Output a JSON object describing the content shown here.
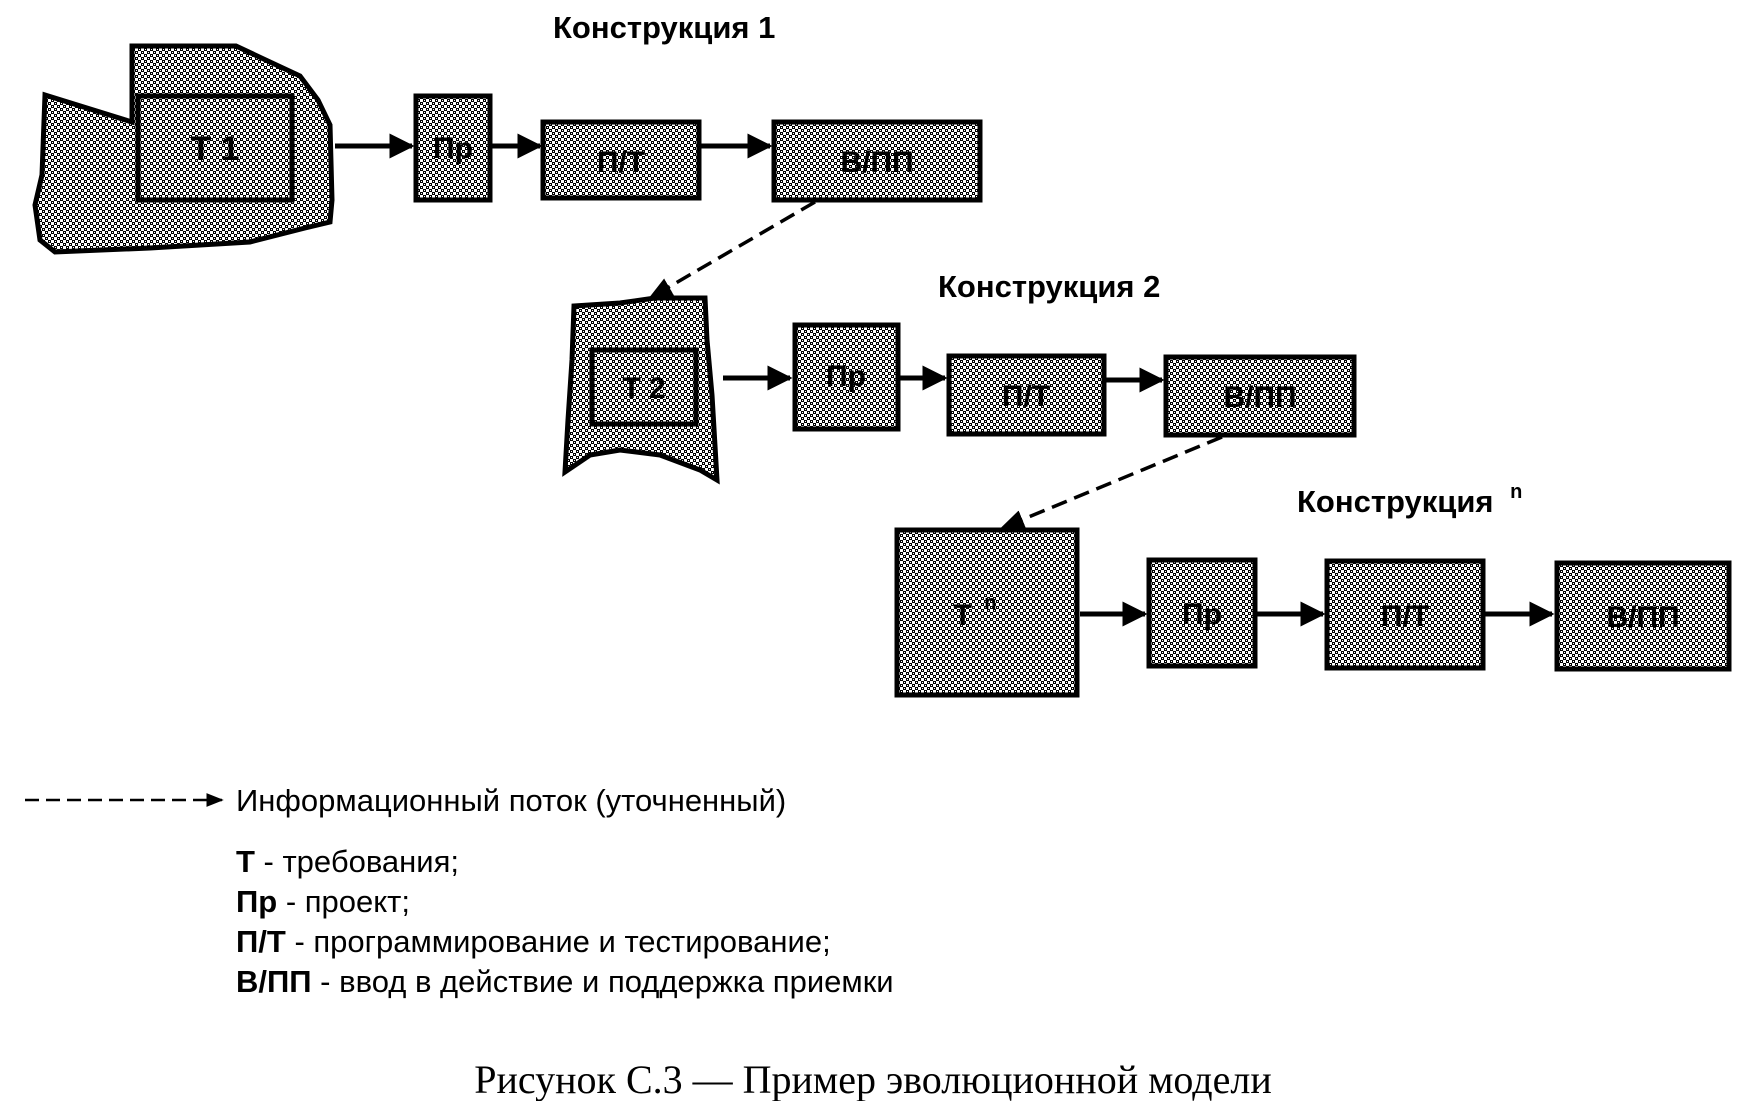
{
  "figure": {
    "caption": "Рисунок С.3 — Пример эволюционной модели"
  },
  "constructions": [
    {
      "title": "Конструкция 1",
      "requirements_label": "Т 1",
      "stages": [
        "Пр",
        "П/Т",
        "В/ПП"
      ]
    },
    {
      "title": "Конструкция 2",
      "requirements_label": "Т 2",
      "stages": [
        "Пр",
        "П/Т",
        "В/ПП"
      ]
    },
    {
      "title": "Конструкция",
      "title_superscript": "n",
      "requirements_label": "Т",
      "requirements_superscript": "n",
      "stages": [
        "Пр",
        "П/Т",
        "В/ПП"
      ]
    }
  ],
  "legend": {
    "flow_label": "Информационный поток (уточненный)",
    "items": [
      {
        "key": "Т",
        "text": " - требования;"
      },
      {
        "key": "Пр",
        "text": " - проект;"
      },
      {
        "key": "П/Т",
        "text": " - программирование и тестирование;"
      },
      {
        "key": "В/ПП",
        "text": " - ввод в действие и поддержка приемки"
      }
    ]
  },
  "colors": {
    "ink": "#000000",
    "fill_pattern_light": "#d9d9d9",
    "background": "#ffffff"
  }
}
